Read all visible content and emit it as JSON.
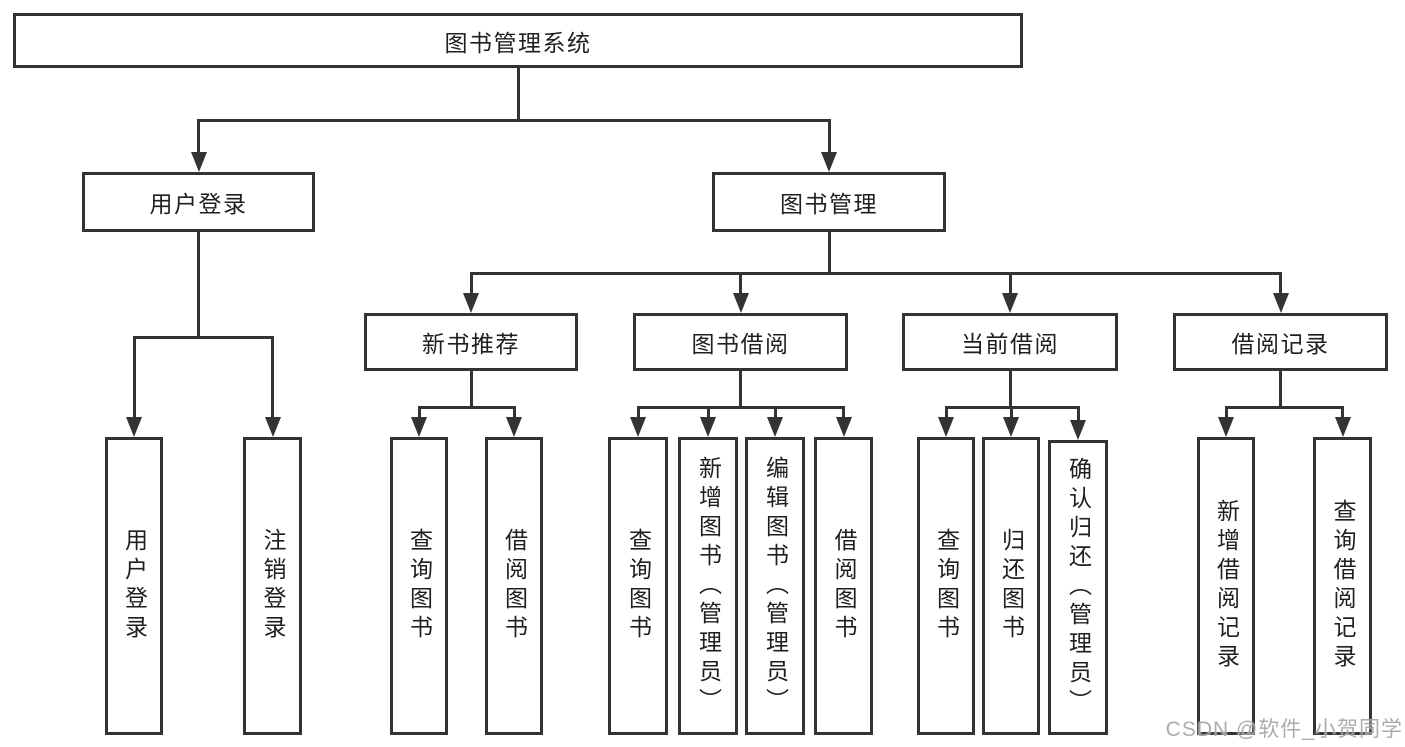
{
  "diagram": {
    "title": "图书管理系统",
    "level2": [
      "用户登录",
      "图书管理"
    ],
    "level3": [
      "新书推荐",
      "图书借阅",
      "当前借阅",
      "借阅记录"
    ],
    "leaves": {
      "user_login": [
        "用户登录",
        "注销登录"
      ],
      "new_book": [
        "查询图书",
        "借阅图书"
      ],
      "book_borrow": [
        "查询图书",
        "新增图书（管理员）",
        "编辑图书（管理员）",
        "借阅图书"
      ],
      "current_borrow": [
        "查询图书",
        "归还图书",
        "确认归还（管理员）"
      ],
      "borrow_record": [
        "新增借阅记录",
        "查询借阅记录"
      ]
    }
  },
  "watermark": {
    "text": "CSDN @软件_小贺同学"
  },
  "colors": {
    "line": "#333333",
    "text": "#1f1f1f",
    "background": "#ffffff",
    "watermark": "#9e9e9e"
  }
}
